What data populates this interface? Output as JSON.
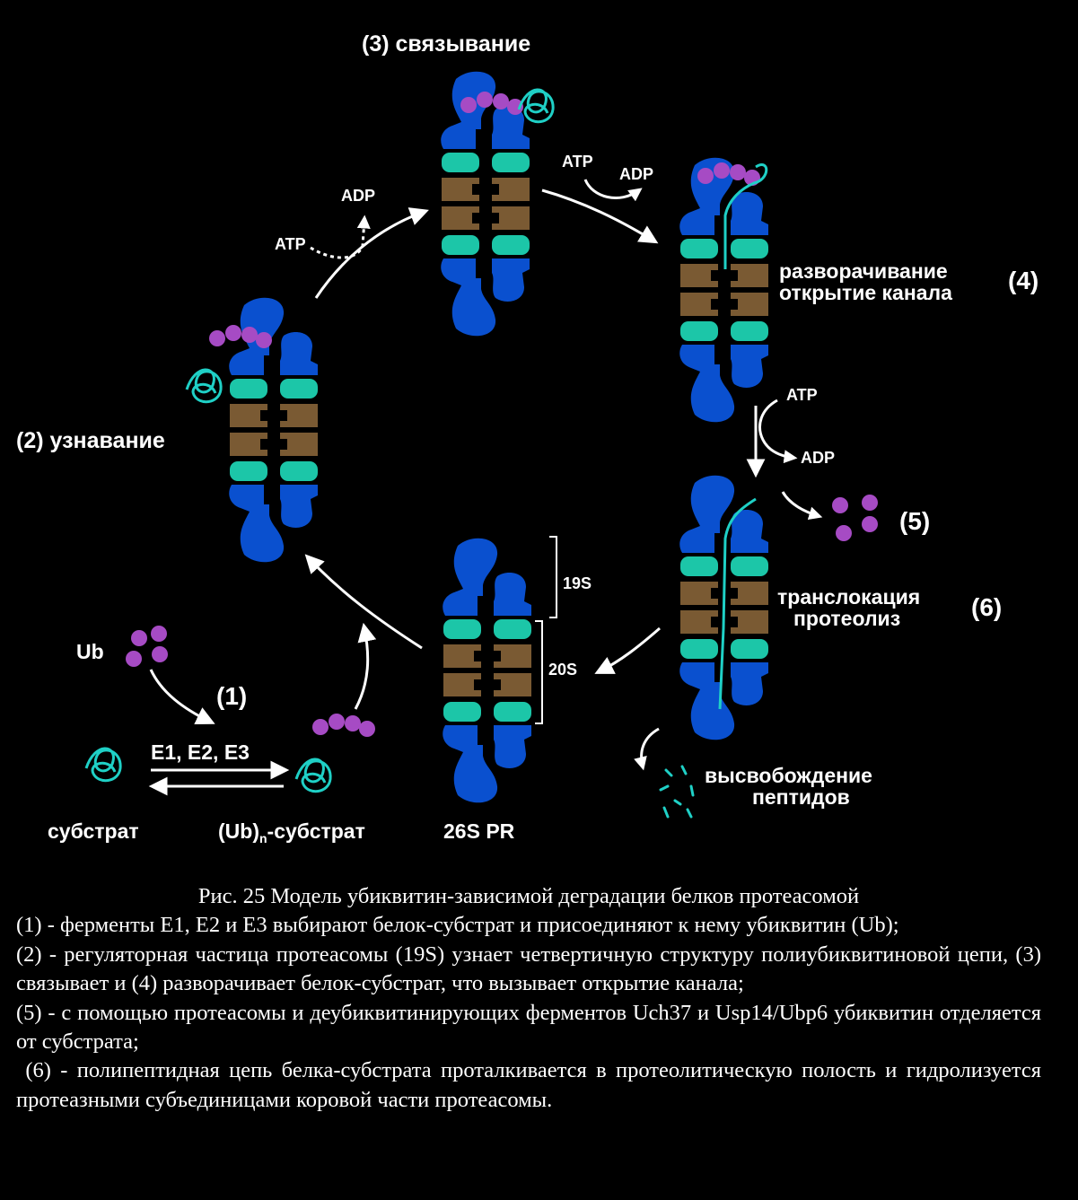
{
  "diagram": {
    "steps": {
      "s1": "(1)",
      "s2": "(2) узнавание",
      "s3": "(3) связывание",
      "s4_line1": "разворачивание",
      "s4_line2": "открытие канала",
      "s4_num": "(4)",
      "s5": "(5)",
      "s6_line1": "транслокация",
      "s6_line2": "протеолиз",
      "s6_num": "(6)"
    },
    "labels": {
      "ub": "Ub",
      "enzymes": "E1, E2, E3",
      "substrate": "субстрат",
      "ub_substrate_prefix": "(Ub)",
      "ub_substrate_sub": "n",
      "ub_substrate_suffix": "-субстрат",
      "proteasome": "26S PR",
      "s19": "19S",
      "s20": "20S",
      "release_line1": "высвобождение",
      "release_line2": "пептидов",
      "atp": "ATP",
      "adp": "ADP"
    },
    "colors": {
      "background": "#000000",
      "cap": "#0a50cf",
      "alpha_ring": "#1cc6a8",
      "beta_ring": "#7a5a33",
      "ubiquitin": "#a64bc4",
      "substrate": "#1fd0c6",
      "arrow": "#ffffff"
    }
  },
  "caption": {
    "title": "Рис. 25 Модель убиквитин-зависимой деградации белков протеасомой",
    "p1": "(1) - ферменты E1, E2 и E3 выбирают белок-субстрат и присоединяют к нему убиквитин (Ub);",
    "p2": "(2) - регуляторная частица протеасомы (19S) узнает четвертичную структуру полиубиквитиновой цепи, (3) связывает и (4) разворачивает белок-субстрат, что вызывает открытие канала;",
    "p3": "(5) - с помощью протеасомы и деубиквитинирующих ферментов Uch37 и Usp14/Ubp6 убиквитин отделяется от субстрата;",
    "p4": " (6) - полипептидная цепь белка-субстрата проталкивается в протеолитическую полость и гидролизуется протеазными субъединицами коровой части протеасомы."
  }
}
